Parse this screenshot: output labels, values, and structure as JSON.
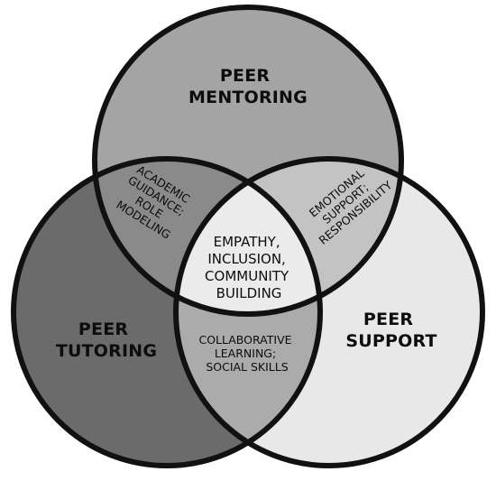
{
  "circles": {
    "mentoring": {
      "line1": "PEER",
      "line2": "MENTORING"
    },
    "tutoring": {
      "line1": "PEER",
      "line2": "TUTORING"
    },
    "support": {
      "line1": "PEER",
      "line2": "SUPPORT"
    }
  },
  "overlaps": {
    "mentoring_tutoring": [
      "ACADEMIC",
      "GUIDANCE;",
      "ROLE",
      "MODELING"
    ],
    "mentoring_support": [
      "EMOTIONAL",
      "SUPPORT;",
      "RESPONSIBILITY"
    ],
    "tutoring_support": [
      "COLLABORATIVE",
      "LEARNING;",
      "SOCIAL SKILLS"
    ],
    "center": [
      "EMPATHY,",
      "INCLUSION,",
      "COMMUNITY",
      "BUILDING"
    ]
  },
  "colors": {
    "mentoring_only": "#a4a4a4",
    "tutoring_only": "#6b6b6b",
    "support_only": "#e8e8e8",
    "mentoring_tutoring": "#8a8a8a",
    "mentoring_support": "#c3c3c3",
    "tutoring_support": "#ababab",
    "center": "#ebebeb",
    "outline": "#111111"
  }
}
